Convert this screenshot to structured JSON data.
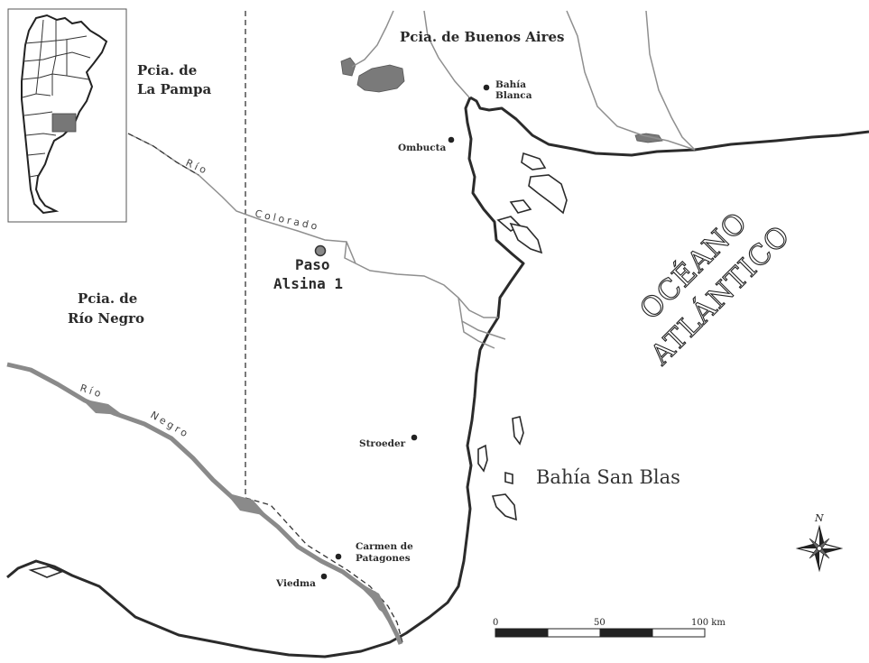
{
  "provinces": {
    "buenos_aires": "Pcia. de Buenos Aires",
    "la_pampa_1": "Pcia. de",
    "la_pampa_2": "La Pampa",
    "rio_negro_1": "Pcia. de",
    "rio_negro_2": "Río Negro"
  },
  "places": {
    "bahia_blanca_1": "Bahía",
    "bahia_blanca_2": "Blanca",
    "ombucta": "Ombucta",
    "stroeder": "Stroeder",
    "carmen_1": "Carmen de",
    "carmen_2": "Patagones",
    "viedma": "Viedma"
  },
  "site": {
    "line1": "Paso",
    "line2": "Alsina 1"
  },
  "rivers": {
    "colorado_1": "Río",
    "colorado_2": "Colorado",
    "negro_1": "Río",
    "negro_2": "Negro"
  },
  "ocean": {
    "line1": "OCÉANO",
    "line2": "ATLÁNTICO"
  },
  "bay": "Bahía San Blas",
  "scale": {
    "start": "0",
    "mid": "50",
    "end": "100 km",
    "max_km": 100
  },
  "north": "N",
  "colors": {
    "water": "#7a7a7a",
    "coast": "#2b2b2b",
    "river": "#8f8f8f"
  }
}
